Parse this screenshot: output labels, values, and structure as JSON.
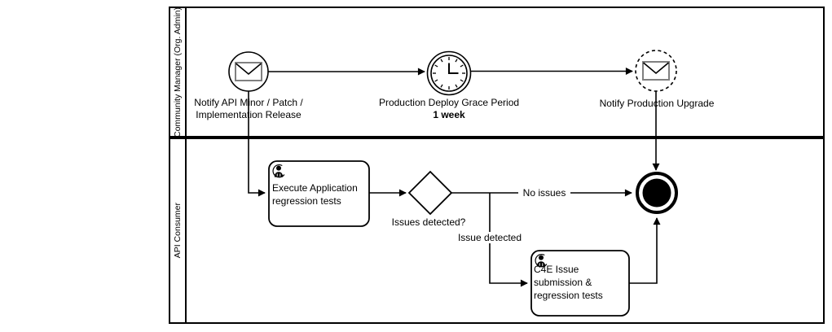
{
  "diagram": {
    "kind": "BPMN process diagram",
    "pool": {
      "lanes": [
        {
          "label": "Community Manager (Org. Admin)"
        },
        {
          "label": "API Consumer"
        }
      ]
    },
    "nodes": {
      "start_event": {
        "type": "message-start-event",
        "label": [
          "Notify API Minor / Patch /",
          "Implementation Release"
        ]
      },
      "timer_event": {
        "type": "timer-intermediate-event",
        "label": "Production Deploy Grace Period",
        "duration": "1 week"
      },
      "notify_upgrade_event": {
        "type": "message-intermediate-event-dashed",
        "label": "Notify Production Upgrade"
      },
      "task_regression": {
        "type": "user-task",
        "label": [
          "Execute Application",
          "regression tests"
        ]
      },
      "gateway": {
        "type": "exclusive-gateway",
        "label": "Issues detected?"
      },
      "task_c4e": {
        "type": "user-task",
        "label": [
          "C4E Issue",
          "submission &",
          "regression tests"
        ]
      },
      "end_event": {
        "type": "terminate-end-event"
      }
    },
    "flow_labels": {
      "no_issues": "No issues",
      "issue_detected": "Issue detected"
    },
    "colors": {
      "stroke": "#000000",
      "envelope_stroke": "#808080",
      "fill": "#ffffff"
    }
  }
}
